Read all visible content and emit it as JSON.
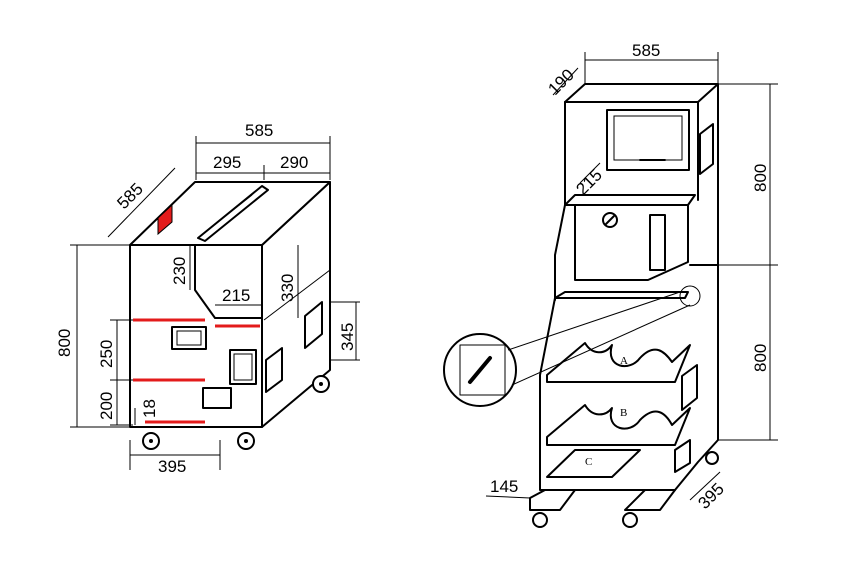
{
  "left_view": {
    "dims": {
      "top_width": "585",
      "top_left": "295",
      "top_right": "290",
      "depth": "585",
      "height": "800",
      "upper_section": "230",
      "right_upper": "330",
      "slot": "215",
      "lower_upper": "250",
      "lower_lower": "200",
      "small": "18",
      "side_panel": "345",
      "base_width": "395"
    }
  },
  "right_view": {
    "dims": {
      "top_width": "585",
      "top_depth": "190",
      "shelf": "215",
      "upper_height": "800",
      "lower_height": "800",
      "step": "145",
      "base_depth": "395"
    },
    "shelf_labels": {
      "a": "A",
      "b": "B",
      "c": "C"
    }
  },
  "colors": {
    "line": "#000000",
    "highlight": "#e31b1b"
  }
}
